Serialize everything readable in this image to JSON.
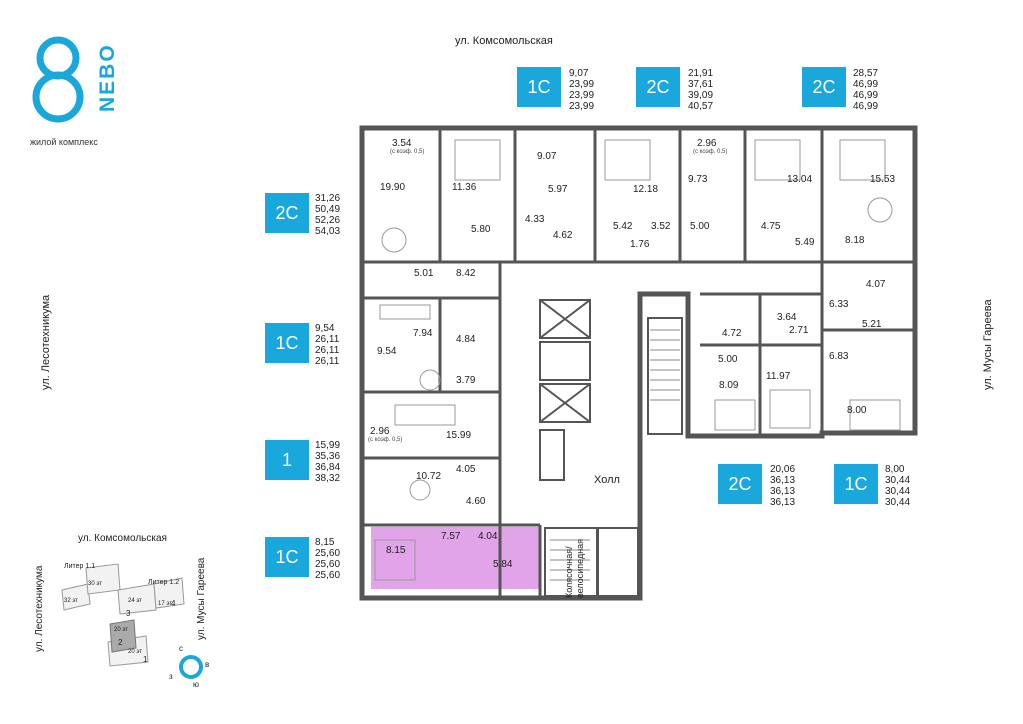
{
  "brand": {
    "logo_digit": "8",
    "name": "NEBO",
    "subtitle": "жилой комплекс"
  },
  "streets": {
    "top": "ул. Комсомольская",
    "left": "ул. Лесотехникума",
    "right": "ул. Мусы Гареева"
  },
  "apartments": [
    {
      "type": "1С",
      "areas": [
        "9,07",
        "23,99",
        "23,99",
        "23,99"
      ]
    },
    {
      "type": "2С",
      "areas": [
        "21,91",
        "37,61",
        "39,09",
        "40,57"
      ]
    },
    {
      "type": "2С",
      "areas": [
        "28,57",
        "46,99",
        "46,99",
        "46,99"
      ]
    },
    {
      "type": "2С",
      "areas": [
        "31,26",
        "50,49",
        "52,26",
        "54,03"
      ]
    },
    {
      "type": "1С",
      "areas": [
        "9,54",
        "26,11",
        "26,11",
        "26,11"
      ]
    },
    {
      "type": "1",
      "areas": [
        "15,99",
        "35,36",
        "36,84",
        "38,32"
      ]
    },
    {
      "type": "1С",
      "areas": [
        "8,15",
        "25,60",
        "25,60",
        "25,60"
      ]
    },
    {
      "type": "2С",
      "areas": [
        "20,06",
        "36,13",
        "36,13",
        "36,13"
      ]
    },
    {
      "type": "1С",
      "areas": [
        "8,00",
        "30,44",
        "30,44",
        "30,44"
      ]
    }
  ],
  "rooms": [
    "3.54",
    "19.90",
    "11.36",
    "9.07",
    "5.97",
    "12.18",
    "2.96",
    "9.73",
    "13.04",
    "15.53",
    "5.80",
    "4.33",
    "4.62",
    "5.42",
    "3.52",
    "5.00",
    "1.76",
    "4.75",
    "5.49",
    "8.18",
    "5.01",
    "8.42",
    "7.94",
    "4.84",
    "9.54",
    "3.79",
    "4.07",
    "6.33",
    "5.21",
    "4.72",
    "3.64",
    "2.71",
    "5.00",
    "8.09",
    "11.97",
    "6.83",
    "8.00",
    "2.96",
    "15.99",
    "10.72",
    "4.05",
    "4.60",
    "8.15",
    "7.57",
    "4.04",
    "5.84"
  ],
  "room_notes": {
    "balcony_1": "(с коэф. 0,5)",
    "balcony_2": "(с коэф. 0,5)",
    "balcony_3": "(с коэф. 0,5)"
  },
  "hall": "Холл",
  "stroller": "Колясочная/\nвелосипедная",
  "site_plan": {
    "street_top": "ул. Комсомольская",
    "street_left": "ул. Лесотехникума",
    "street_right": "ул. Мусы Гареева",
    "litera_1_1": "Литер 1.1",
    "litera_1_2": "Литер 1.2",
    "floors_30": "30 эт",
    "floors_32": "32 эт",
    "floors_24": "24 эт",
    "floors_17": "17 эт",
    "floors_20a": "20 эт",
    "floors_20b": "20 эт",
    "section_1": "1",
    "section_2": "2",
    "section_3": "3",
    "section_4": "4"
  },
  "compass": {
    "n": "с",
    "e": "в",
    "s": "ю",
    "w": "з"
  },
  "colors": {
    "accent": "#1aa8dc",
    "highlight": "#e2a4e8",
    "wall": "#555555"
  }
}
